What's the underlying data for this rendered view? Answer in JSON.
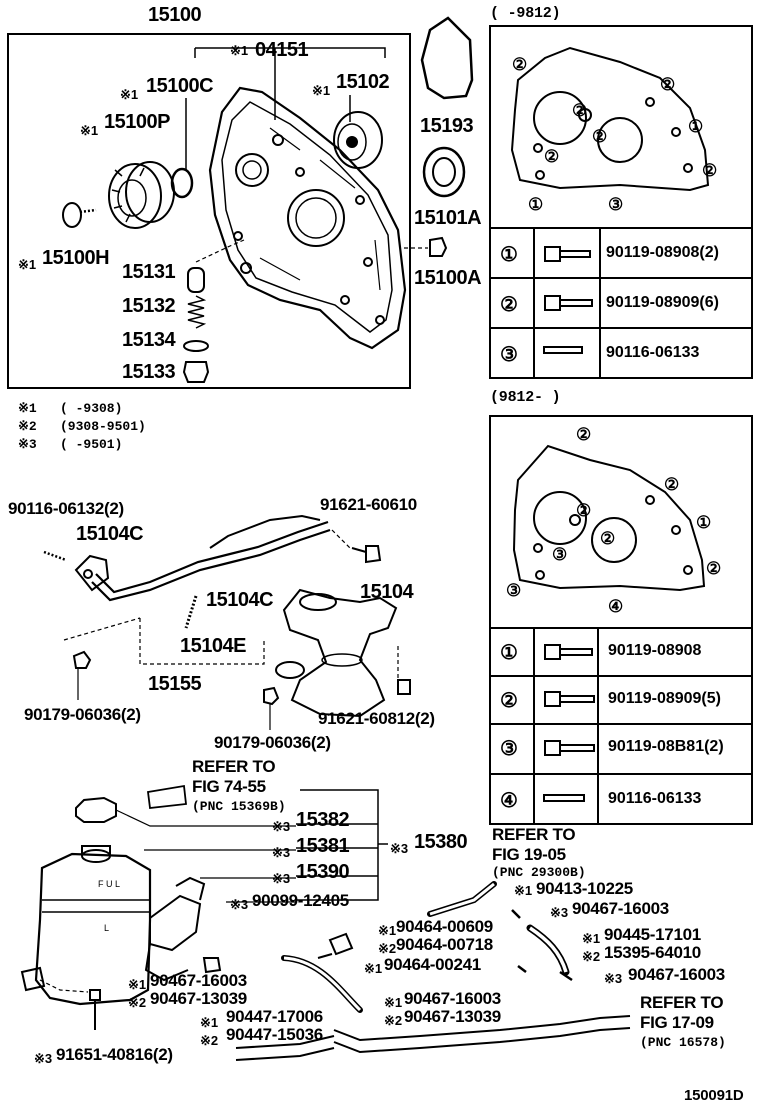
{
  "main_assembly": {
    "part_15100": "15100",
    "part_04151": "04151",
    "part_15100C": "15100C",
    "part_15102": "15102",
    "part_15100P": "15100P",
    "part_15100H": "15100H",
    "part_15131": "15131",
    "part_15132": "15132",
    "part_15134": "15134",
    "part_15133": "15133",
    "part_15193": "15193",
    "part_15101A": "15101A",
    "part_15100A": "15100A",
    "note_mark_1": "※1",
    "note_mark_2": "※2",
    "note_mark_3": "※3"
  },
  "footnotes": [
    {
      "mark": "※1",
      "range": "(        -9308)"
    },
    {
      "mark": "※2",
      "range": "(9308-9501)"
    },
    {
      "mark": "※3",
      "range": "(        -9501)"
    }
  ],
  "panel_top": {
    "period": "(      -9812)",
    "bolts": [
      {
        "num": "①",
        "part": "90119-08908(2)"
      },
      {
        "num": "②",
        "part": "90119-08909(6)"
      },
      {
        "num": "③",
        "part": "90116-06133"
      }
    ]
  },
  "panel_bottom": {
    "period": "(9812-       )",
    "bolts": [
      {
        "num": "①",
        "part": "90119-08908"
      },
      {
        "num": "②",
        "part": "90119-08909(5)"
      },
      {
        "num": "③",
        "part": "90119-08B81(2)"
      },
      {
        "num": "④",
        "part": "90116-06133"
      }
    ]
  },
  "middle_assembly": {
    "p1": "90116-06132(2)",
    "p2": "15104C",
    "p3": "91621-60610",
    "p4": "15104C",
    "p5": "15104",
    "p6": "15104E",
    "p7": "15155",
    "p8": "90179-06036(2)",
    "p9": "91621-60812(2)",
    "p10": "90179-06036(2)"
  },
  "lower_assembly": {
    "refer1": "REFER TO",
    "refer1_fig": "FIG 74-55",
    "refer1_pnc": "(PNC 15369B)",
    "p15382": "15382",
    "p15381": "15381",
    "p15380": "15380",
    "p15390": "15390",
    "p90099": "90099-12405",
    "refer2": "REFER TO",
    "refer2_fig": "FIG 19-05",
    "refer2_pnc": "(PNC 29300B)",
    "p90413": "90413-10225",
    "p90467a": "90467-16003",
    "p90464a": "90464-00609",
    "p90464b": "90464-00718",
    "p90445": "90445-17101",
    "p15395": "15395-64010",
    "p90464c": "90464-00241",
    "p90467b": "90467-16003",
    "p90467c": "90467-16003",
    "p90467d": "90467-13039",
    "p90447a": "90447-17006",
    "p90447b": "90447-15036",
    "p90467e": "90467-16003",
    "p90467f": "90467-13039",
    "refer3": "REFER TO",
    "refer3_fig": "FIG 17-09",
    "refer3_pnc": "(PNC 16578)",
    "p91651": "91651-40816(2)",
    "tank_label_full": "F U L",
    "tank_label_low": "L"
  },
  "diagram_id": "150091D"
}
